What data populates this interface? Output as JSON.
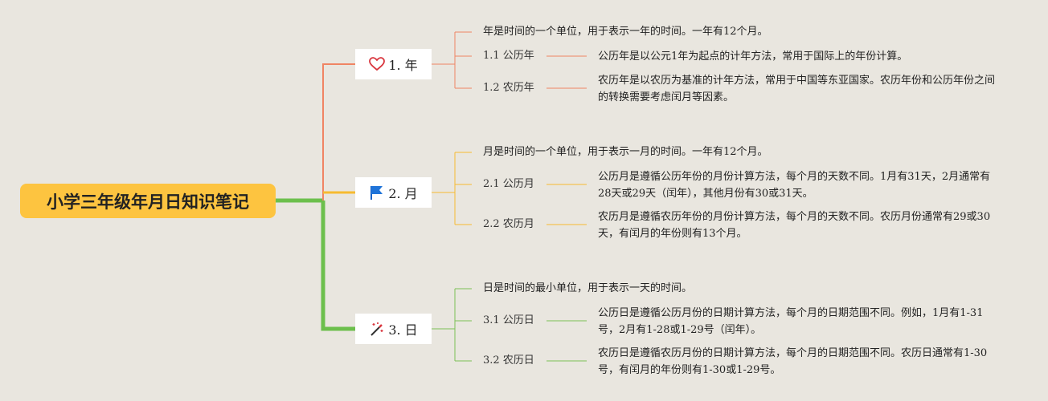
{
  "root": {
    "title": "小学三年级年月日知识笔记"
  },
  "colors": {
    "year": "#f08463",
    "month": "#f6bb30",
    "day": "#7cc056",
    "root_link": "#6cbf4c"
  },
  "branches": [
    {
      "label": "1. 年",
      "icon": "heart-icon",
      "intro": "年是时间的一个单位，用于表示一年的时间。一年有12个月。",
      "subs": [
        {
          "label": "1.1 公历年",
          "desc": "公历年是以公元1年为起点的计年方法，常用于国际上的年份计算。"
        },
        {
          "label": "1.2 农历年",
          "desc": "农历年是以农历为基准的计年方法，常用于中国等东亚国家。农历年份和公历年份之间的转换需要考虑闰月等因素。"
        }
      ]
    },
    {
      "label": "2. 月",
      "icon": "flag-icon",
      "intro": "月是时间的一个单位，用于表示一月的时间。一年有12个月。",
      "subs": [
        {
          "label": "2.1 公历月",
          "desc": "公历月是遵循公历年份的月份计算方法，每个月的天数不同。1月有31天，2月通常有28天或29天（闰年），其他月份有30或31天。"
        },
        {
          "label": "2.2 农历月",
          "desc": "农历月是遵循农历年份的月份计算方法，每个月的天数不同。农历月份通常有29或30天，有闰月的年份则有13个月。"
        }
      ]
    },
    {
      "label": "3. 日",
      "icon": "magic-wand-icon",
      "intro": "日是时间的最小单位，用于表示一天的时间。",
      "subs": [
        {
          "label": "3.1 公历日",
          "desc": "公历日是遵循公历月份的日期计算方法，每个月的日期范围不同。例如，1月有1-31号，2月有1-28或1-29号（闰年）。"
        },
        {
          "label": "3.2 农历日",
          "desc": "农历日是遵循农历月份的日期计算方法，每个月的日期范围不同。农历日通常有1-30号，有闰月的年份则有1-30或1-29号。"
        }
      ]
    }
  ]
}
